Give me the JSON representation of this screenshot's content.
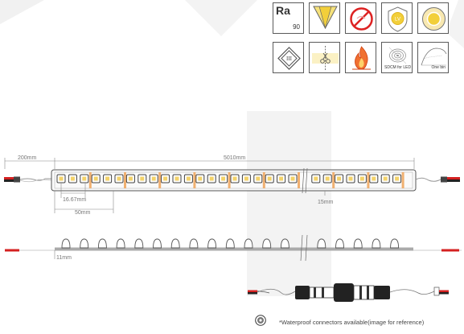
{
  "icons": [
    {
      "name": "ra-index-icon",
      "label": "Ra",
      "value": "90"
    },
    {
      "name": "beam-angle-icon"
    },
    {
      "name": "no-uv-icon"
    },
    {
      "name": "low-voltage-icon"
    },
    {
      "name": "warm-light-icon"
    },
    {
      "name": "class-iii-icon"
    },
    {
      "name": "cuttable-icon"
    },
    {
      "name": "flame-retardant-icon"
    },
    {
      "name": "sdcm-icon",
      "label": "SDCM for LED"
    },
    {
      "name": "one-bin-icon",
      "label": "One bin"
    }
  ],
  "dimensions": {
    "lead_length": "200mm",
    "strip_length": "5010mm",
    "pitch": "16.67mm",
    "cut_unit": "50mm",
    "width": "15mm",
    "height": "11mm"
  },
  "note": "*Waterproof connectors available(image for reference)",
  "colors": {
    "wire_red": "#d42020",
    "wire_black": "#222222",
    "strip_border": "#555555",
    "led_yellow": "#f3d26a",
    "dim_line": "#888888"
  }
}
